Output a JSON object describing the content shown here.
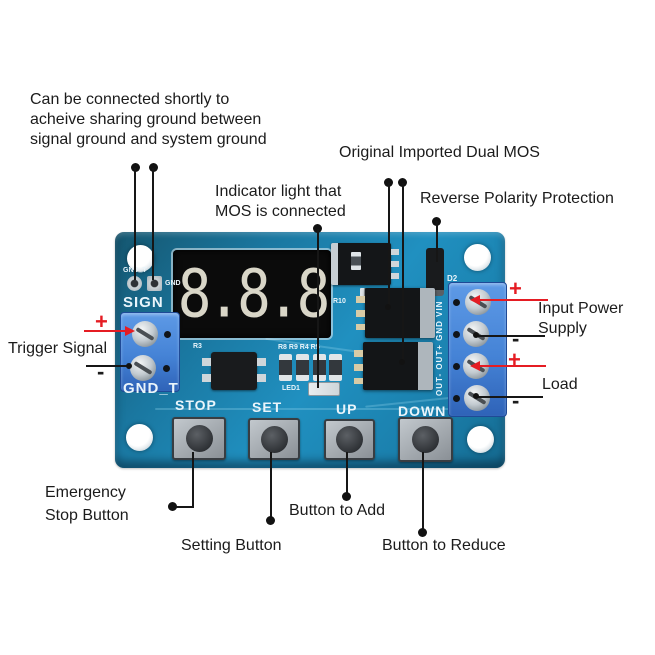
{
  "annotations": {
    "ground_note": [
      "Can be connected shortly to",
      "acheive sharing ground between",
      "signal ground and system ground"
    ],
    "dual_mos": "Original Imported Dual MOS",
    "indicator": [
      "Indicator light that",
      "MOS is connected"
    ],
    "reverse_polarity": "Reverse Polarity Protection",
    "input_power": [
      "Input Power",
      "Supply"
    ],
    "load": "Load",
    "trigger_signal": "Trigger Signal",
    "emergency_stop": [
      "Emergency",
      "Stop Button"
    ],
    "setting_button": "Setting Button",
    "button_add": "Button to Add",
    "button_reduce": "Button to Reduce",
    "plus": "+",
    "minus": "-"
  },
  "board": {
    "display_value": "8.8.8",
    "silkscreen": {
      "sign": "SIGN",
      "gnd_t_top": "GND_T",
      "gnd_pad": "GND",
      "gnd_t_bottom": "GND_T",
      "stop": "STOP",
      "set": "SET",
      "up": "UP",
      "down": "DOWN",
      "d2": "D2",
      "r3": "R3",
      "r10": "R10",
      "r_row": "R8 R9 R4 R5",
      "led1": "LED1",
      "terminal_labels": "OUT-  OUT+  GND  VIN"
    }
  },
  "colors": {
    "pcb_blue": "#1b81ae",
    "terminal_blue": "#4583d6",
    "annotation_red": "#e51c23",
    "annotation_black": "#1b1b1b",
    "segment_gray": "#d9d6c8"
  }
}
